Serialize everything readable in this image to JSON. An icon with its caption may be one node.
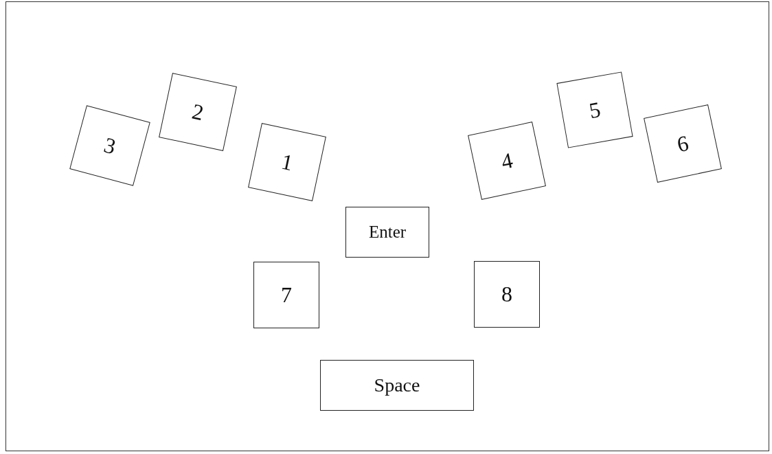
{
  "diagram": {
    "nodes": [
      {
        "text": [
          "3"
        ]
      },
      {
        "text": [
          "2"
        ]
      },
      {
        "text": [
          "1"
        ]
      },
      {
        "text": [
          "4"
        ]
      },
      {
        "text": [
          "5"
        ]
      },
      {
        "text": [
          "6"
        ]
      },
      {
        "text": [
          "Enter"
        ]
      },
      {
        "text": [
          "7"
        ]
      },
      {
        "text": [
          "8"
        ]
      },
      {
        "text": [
          "Space"
        ]
      }
    ]
  }
}
